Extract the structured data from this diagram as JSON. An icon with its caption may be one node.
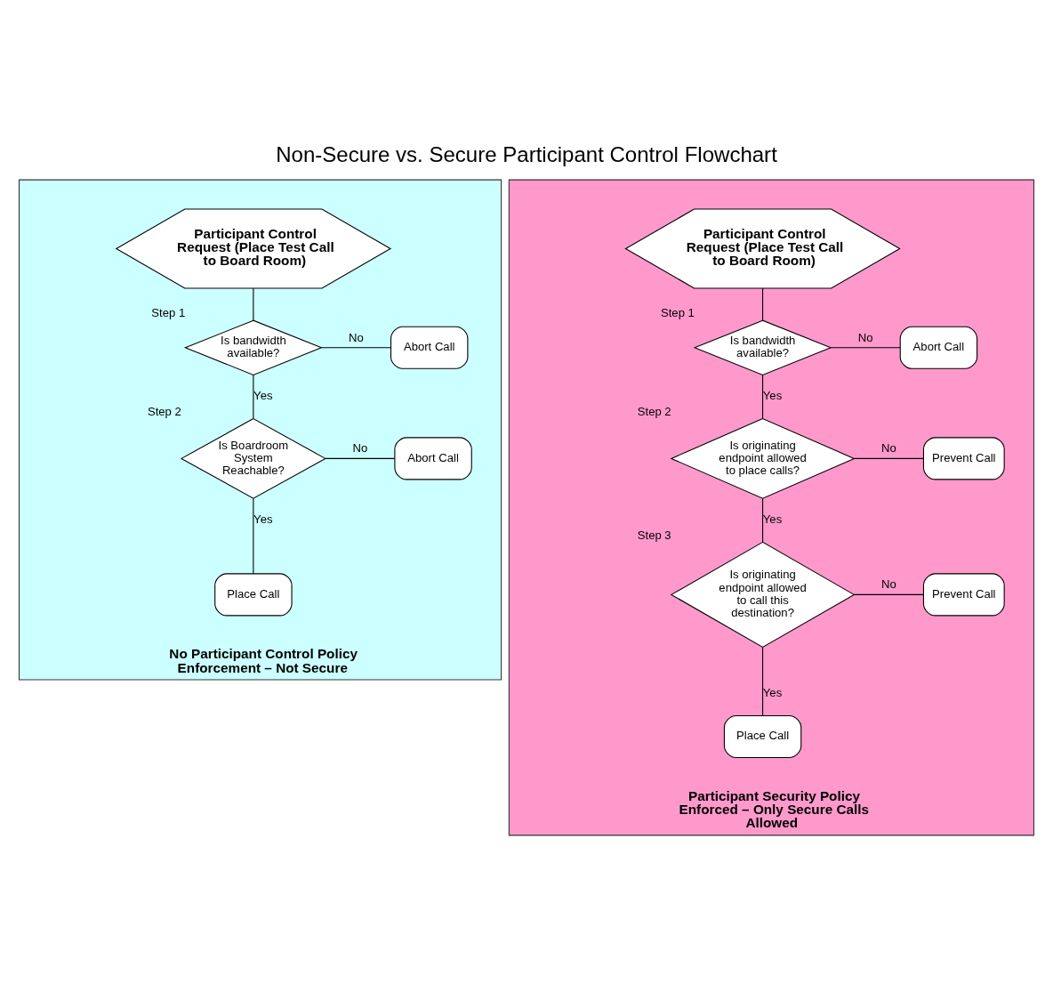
{
  "diagram": {
    "title": "Non-Secure vs. Secure Participant Control Flowchart",
    "nodes": [
      {
        "text": [
          "No Participant Control Policy Enforcement – Not Secure"
        ]
      },
      {
        "text": [
          "Participant Control Request (Place Test Call to Board Room)"
        ],
        "in": 0
      },
      {
        "text": [
          "Is bandwidth available?"
        ],
        "beside": [
          "Step 1"
        ],
        "in": 0
      },
      {
        "text": [
          "Abort Call"
        ],
        "in": 0
      },
      {
        "text": [
          "Is Boardroom System Reachable?"
        ],
        "beside": [
          "Step 2"
        ],
        "in": 0
      },
      {
        "text": [
          "Abort Call"
        ],
        "in": 0
      },
      {
        "text": [
          "Place Call"
        ],
        "in": 0
      },
      {
        "text": [
          "Participant Security Policy Enforced – Only Secure Calls Allowed"
        ]
      },
      {
        "text": [
          "Participant Control Request (Place Test Call to Board Room)"
        ],
        "in": 7
      },
      {
        "text": [
          "Is bandwidth available?"
        ],
        "beside": [
          "Step 1"
        ],
        "in": 7
      },
      {
        "text": [
          "Abort Call"
        ],
        "in": 7
      },
      {
        "text": [
          "Is originating endpoint allowed to place calls?"
        ],
        "beside": [
          "Step 2"
        ],
        "in": 7
      },
      {
        "text": [
          "Prevent Call"
        ],
        "in": 7
      },
      {
        "text": [
          "Is originating endpoint allowed to call this destination?"
        ],
        "beside": [
          "Step 3"
        ],
        "in": 7
      },
      {
        "text": [
          "Prevent Call"
        ],
        "in": 7
      },
      {
        "text": [
          "Place Call"
        ],
        "in": 7
      }
    ],
    "edges": [
      {
        "from": 1,
        "to": 2,
        "arrow": "none"
      },
      {
        "from": 2,
        "to": 3,
        "arrow": "none",
        "label": "No"
      },
      {
        "from": 2,
        "to": 4,
        "arrow": "none",
        "label": "Yes"
      },
      {
        "from": 4,
        "to": 5,
        "arrow": "none",
        "label": "No"
      },
      {
        "from": 4,
        "to": 6,
        "arrow": "none",
        "label": "Yes"
      },
      {
        "from": 8,
        "to": 9,
        "arrow": "none"
      },
      {
        "from": 9,
        "to": 10,
        "arrow": "none",
        "label": "No"
      },
      {
        "from": 9,
        "to": 11,
        "arrow": "none",
        "label": "Yes"
      },
      {
        "from": 11,
        "to": 12,
        "arrow": "none",
        "label": "No"
      },
      {
        "from": 11,
        "to": 13,
        "arrow": "none",
        "label": "Yes"
      },
      {
        "from": 13,
        "to": 14,
        "arrow": "none",
        "label": "No"
      },
      {
        "from": 13,
        "to": 15,
        "arrow": "none",
        "label": "Yes"
      }
    ]
  }
}
